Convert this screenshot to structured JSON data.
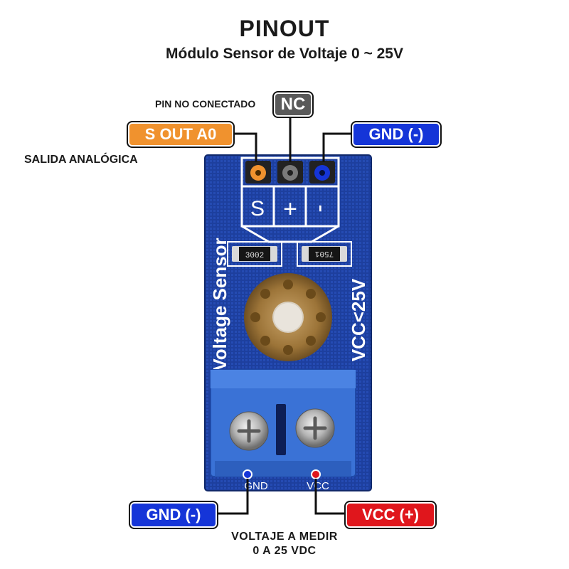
{
  "header": {
    "title": "PINOUT",
    "subtitle": "Módulo Sensor de Voltaje 0 ~ 25V"
  },
  "pins": {
    "nc": {
      "tag": "NC",
      "note": "PIN NO CONECTADO",
      "color": "#595959"
    },
    "signal": {
      "tag": "S OUT A0",
      "note": "SALIDA ANALÓGICA",
      "color": "#f0922e"
    },
    "gnd_top": {
      "tag": "GND (-)",
      "color": "#1535d8"
    }
  },
  "header_pin_marks": {
    "s": "S",
    "plus": "+",
    "minus": "-"
  },
  "board": {
    "text_left": "Voltage Sensor",
    "text_right": "VCC<25V",
    "resistor_1": "3002",
    "resistor_2": "7501",
    "color": "#1d3f9e",
    "terminal_color": "#3a72d6",
    "terminal_left_label": "GND",
    "terminal_right_label": "VCC"
  },
  "terminals": {
    "gnd": {
      "tag": "GND (-)",
      "color": "#1535d8"
    },
    "vcc": {
      "tag": "VCC (+)",
      "color": "#e0161c"
    }
  },
  "footer": {
    "line1": "VOLTAJE A MEDIR",
    "line2": "0 A 25 VDC"
  }
}
